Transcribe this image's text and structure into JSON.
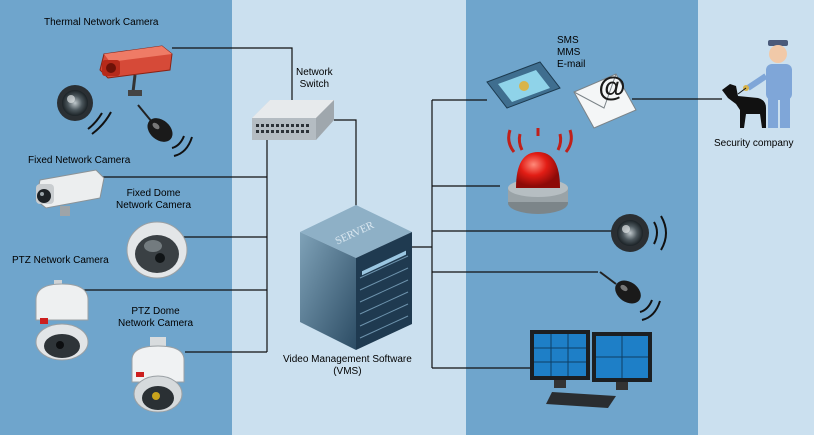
{
  "cameras": {
    "thermal": "Thermal Network Camera",
    "fixed": "Fixed Network Camera",
    "fixed_dome": [
      "Fixed Dome",
      "Network Camera"
    ],
    "ptz": "PTZ Network Camera",
    "ptz_dome": [
      "PTZ Dome",
      "Network Camera"
    ]
  },
  "network_switch": [
    "Network",
    "Switch"
  ],
  "vms": [
    "Video Management Software",
    "(VMS)"
  ],
  "server_brand": "SERVER",
  "notifications": [
    "SMS",
    "MMS",
    "E-mail"
  ],
  "security_company": "Security company",
  "colors": {
    "panel_dark": "#6fa5cc",
    "panel_light": "#cbe0ef",
    "wire": "#111111",
    "alarm_red": "#dd1111"
  }
}
